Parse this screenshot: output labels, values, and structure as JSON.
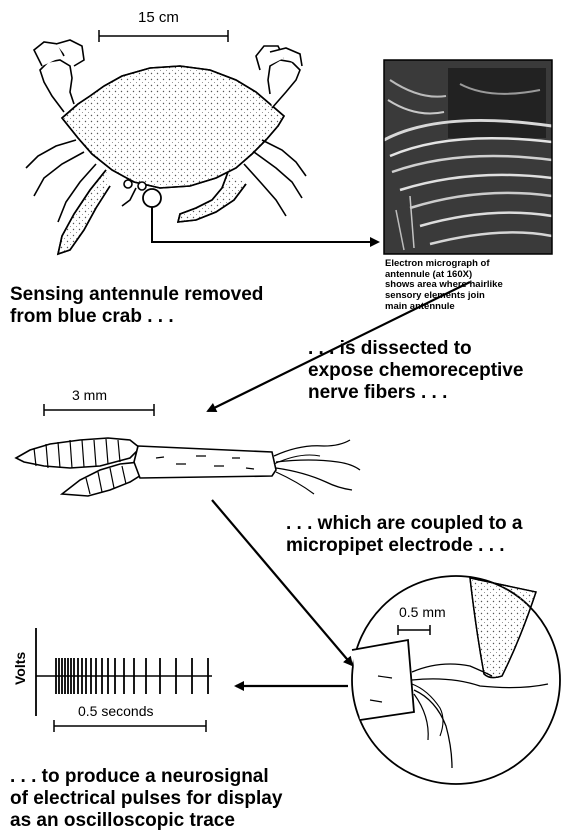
{
  "scale_bars": {
    "crab": "15 cm",
    "antennule": "3 mm",
    "electrode": "0.5 mm",
    "trace": "0.5 seconds"
  },
  "axis": {
    "volts": "Volts"
  },
  "captions": {
    "crab": [
      "Sensing antennule removed",
      "from blue crab . . ."
    ],
    "micrograph": [
      "Electron micrograph of",
      "antennule (at 160X)",
      "shows area where hairlike",
      "sensory elements join",
      "main antennule"
    ],
    "dissect": [
      ". . . is dissected to",
      "expose chemoreceptive",
      "nerve fibers . . ."
    ],
    "couple": [
      ". . . which are coupled to a",
      "micropipet electrode . . ."
    ],
    "produce": [
      ". . . to produce a neurosignal",
      "of electrical pulses for display",
      "as an oscilloscopic trace"
    ]
  }
}
